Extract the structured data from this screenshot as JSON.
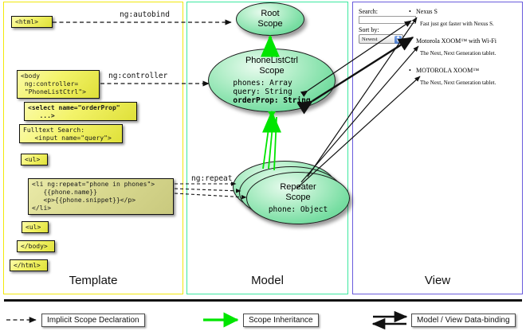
{
  "panels": {
    "template": {
      "label": "Template",
      "border_color": "#f2e80c"
    },
    "model": {
      "label": "Model",
      "border_color": "#3ce8a0"
    },
    "view": {
      "label": "View",
      "border_color": "#6a5bdc"
    }
  },
  "template_code": [
    {
      "name": "html-open-tag",
      "text": "<html>"
    },
    {
      "name": "body-open-tag",
      "text": "<body\n ng:controller=\n \"PhoneListCtrl\">"
    },
    {
      "name": "select-tag",
      "text": "<select name=\"orderProp\"\n   ...>"
    },
    {
      "name": "fulltext-search",
      "text": "Fulltext Search:\n   <input name=\"query\">"
    },
    {
      "name": "ul-open-tag",
      "text": "<ul>"
    },
    {
      "name": "li-repeat-tag",
      "text": "<li ng:repeat=\"phone in phones\">\n   {{phone.name}}\n   <p>{{phone.snippet}}</p>\n</li>"
    },
    {
      "name": "ul-close-tag",
      "text": "<ul>"
    },
    {
      "name": "body-close-tag",
      "text": "</body>"
    },
    {
      "name": "html-close-tag",
      "text": "</html>"
    }
  ],
  "model": {
    "root_scope": {
      "title": "Root\nScope",
      "props": ""
    },
    "phonelist_scope": {
      "title": "PhoneListCtrl\nScope",
      "props_plain": "phones: Array\nquery: String",
      "props_bold": "orderProp: String"
    },
    "repeater_scope": {
      "title": "Repeater\nScope",
      "props": "phone: Object"
    }
  },
  "connectors": {
    "autobind": "ng:autobind",
    "controller": "ng:controller",
    "repeat": "ng:repeat"
  },
  "view": {
    "search_label": "Search:",
    "search_value": "",
    "search_placeholder": "",
    "sort_label": "Sort by:",
    "sort_selected": "Newest",
    "sort_options": [
      "Newest"
    ],
    "phones": [
      {
        "name": "Nexus S",
        "snippet": "Fast just got faster with Nexus S."
      },
      {
        "name": "Motorola XOOM™  with Wi-Fi",
        "snippet": "The Next, Next Generation tablet."
      },
      {
        "name": "MOTOROLA XOOM™",
        "snippet": "The Next, Next Generation tablet."
      }
    ]
  },
  "legend": [
    {
      "name": "implicit-scope-declaration",
      "label": "Implicit Scope Declaration",
      "style": "dashed-arrow",
      "color": "#111111"
    },
    {
      "name": "scope-inheritance",
      "label": "Scope Inheritance",
      "style": "solid-arrow",
      "color": "#00e500"
    },
    {
      "name": "model-view-data-binding",
      "label": "Model / View Data-binding",
      "style": "double-arrow",
      "color": "#111111"
    }
  ]
}
